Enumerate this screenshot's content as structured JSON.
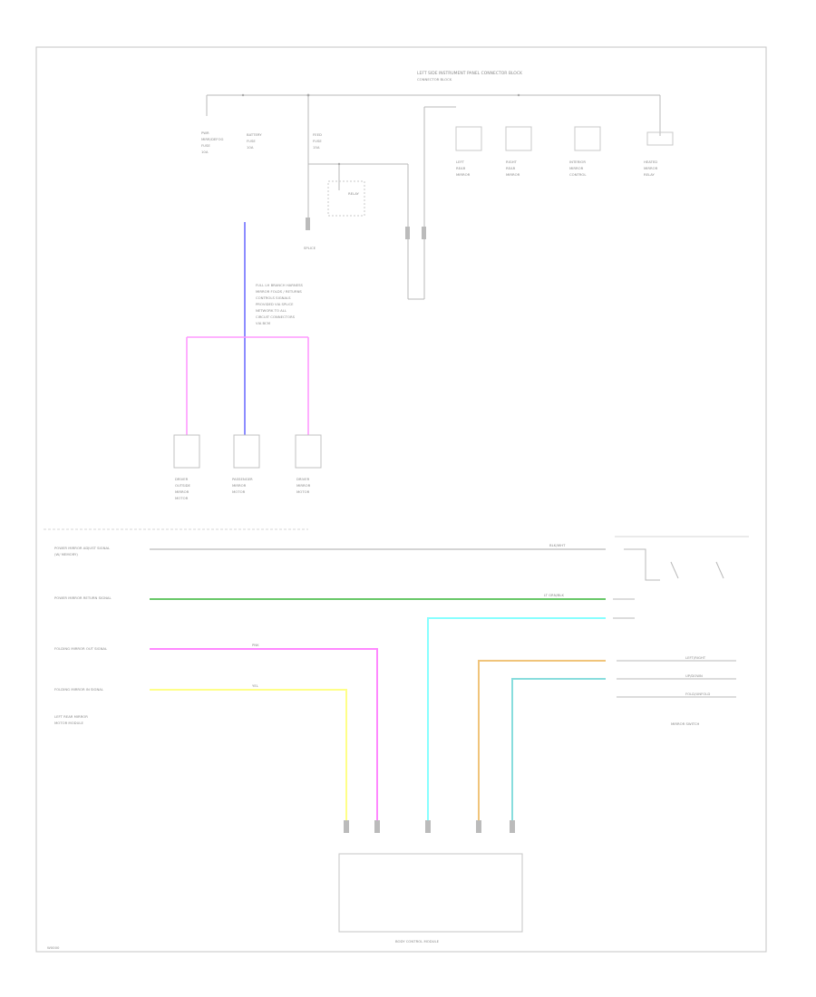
{
  "labels": {
    "footer_title": "BODY CONTROL MODULE",
    "corner_code": "W0000",
    "top_fuse_block": "LEFT SIDE INSTRUMENT PANEL CONNECTOR BLOCK",
    "right_switch": "MIRROR SWITCH",
    "small_switch_box": "RELAY",
    "left_module_line1": "LEFT REAR MIRROR",
    "left_module_line2": "MOTOR MODULE"
  },
  "wire_rows": [
    {
      "label": "POWER MIRROR ADJUST SIGNAL",
      "sub": "(W/ MEMORY)",
      "code_right": "BLK/WHT"
    },
    {
      "label": "POWER MIRROR RETURN SIGNAL",
      "sub": "",
      "code_right": "LT GRN/BLK"
    },
    {
      "label": "FOLDING MIRROR OUT SIGNAL",
      "sub": "",
      "code_right": "PNK"
    },
    {
      "label": "FOLDING MIRROR IN SIGNAL",
      "sub": "",
      "code_right": "YEL"
    }
  ],
  "mirror_switch_rows": [
    {
      "label": "LEFT/RIGHT"
    },
    {
      "label": "UP/DOWN"
    },
    {
      "label": "FOLD/UNFOLD"
    }
  ]
}
